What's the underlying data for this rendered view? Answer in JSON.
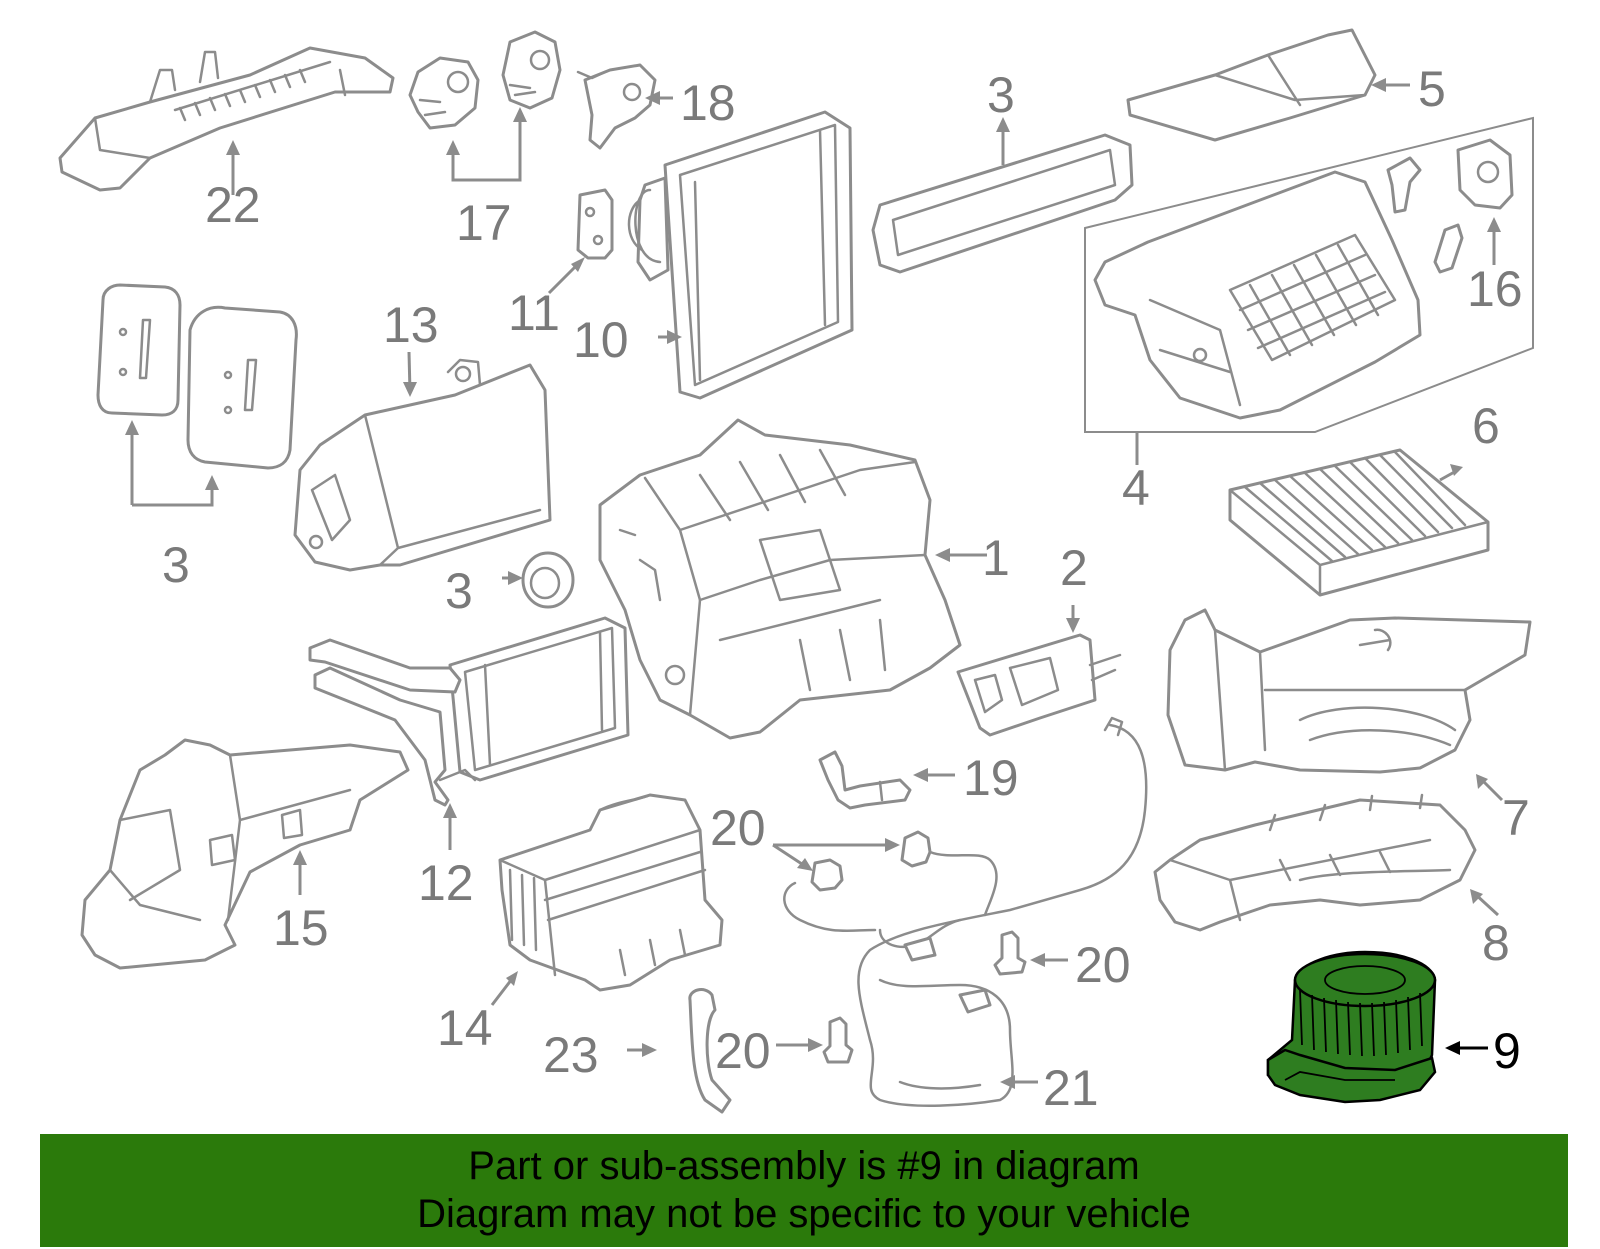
{
  "callouts": {
    "c22": "22",
    "c17": "17",
    "c18": "18",
    "c3_top": "3",
    "c5": "5",
    "c16": "16",
    "c11": "11",
    "c10": "10",
    "c13": "13",
    "c3_left": "3",
    "c4": "4",
    "c6": "6",
    "c1": "1",
    "c3_mid": "3",
    "c2": "2",
    "c7": "7",
    "c19": "19",
    "c12": "12",
    "c15": "15",
    "c20_a": "20",
    "c8": "8",
    "c20_b": "20",
    "c14": "14",
    "c9": "9",
    "c23": "23",
    "c20_c": "20",
    "c21": "21"
  },
  "banner": {
    "line1": "Part or sub-assembly is #9 in diagram",
    "line2": "Diagram may not be specific to your vehicle"
  },
  "colors": {
    "highlight_part": "#2e7d20",
    "banner_background": "#2b7a0b",
    "line_art": "#8c8c8c"
  }
}
